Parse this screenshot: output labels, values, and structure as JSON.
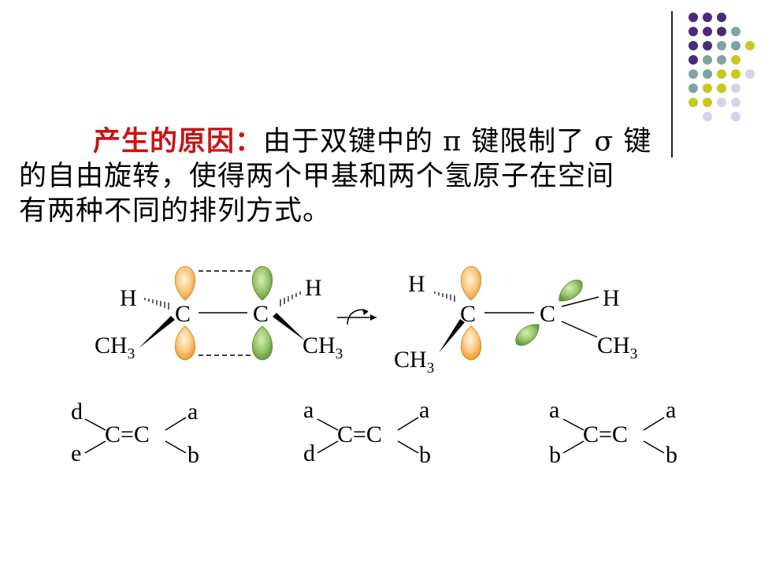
{
  "paragraph": {
    "label": "产生的原因：",
    "line1_rest": "由于双键中的 π 键限制了 σ 键",
    "line2": "的自由旋转，使得两个甲基和两个氢原子在空间",
    "line3": "有两种不同的排列方式。"
  },
  "orbital_diagram": {
    "left": {
      "h_left": "H",
      "h_right": "H",
      "c1": "C",
      "c2": "C",
      "ch3_left": "CH",
      "ch3_right": "CH",
      "sub": "3"
    },
    "right": {
      "h_left": "H",
      "h_right": "H",
      "c1": "C",
      "c2": "C",
      "ch3_left": "CH",
      "ch3_right": "CH",
      "sub": "3"
    }
  },
  "alkenes": [
    {
      "tl": "d",
      "bl": "e",
      "tr": "a",
      "br": "b",
      "core": "C=C"
    },
    {
      "tl": "a",
      "bl": "d",
      "tr": "a",
      "br": "b",
      "core": "C=C"
    },
    {
      "tl": "a",
      "bl": "b",
      "tr": "a",
      "br": "b",
      "core": "C=C"
    }
  ],
  "colors": {
    "label_red": "#c81414",
    "dot_purple": "#4b2a7b",
    "dot_teal": "#7fa3a3",
    "dot_yellow": "#c8c81e",
    "dot_lavender": "#d4d4e8",
    "orbital_orange": "#f5a640",
    "orbital_green": "#7eb050"
  }
}
